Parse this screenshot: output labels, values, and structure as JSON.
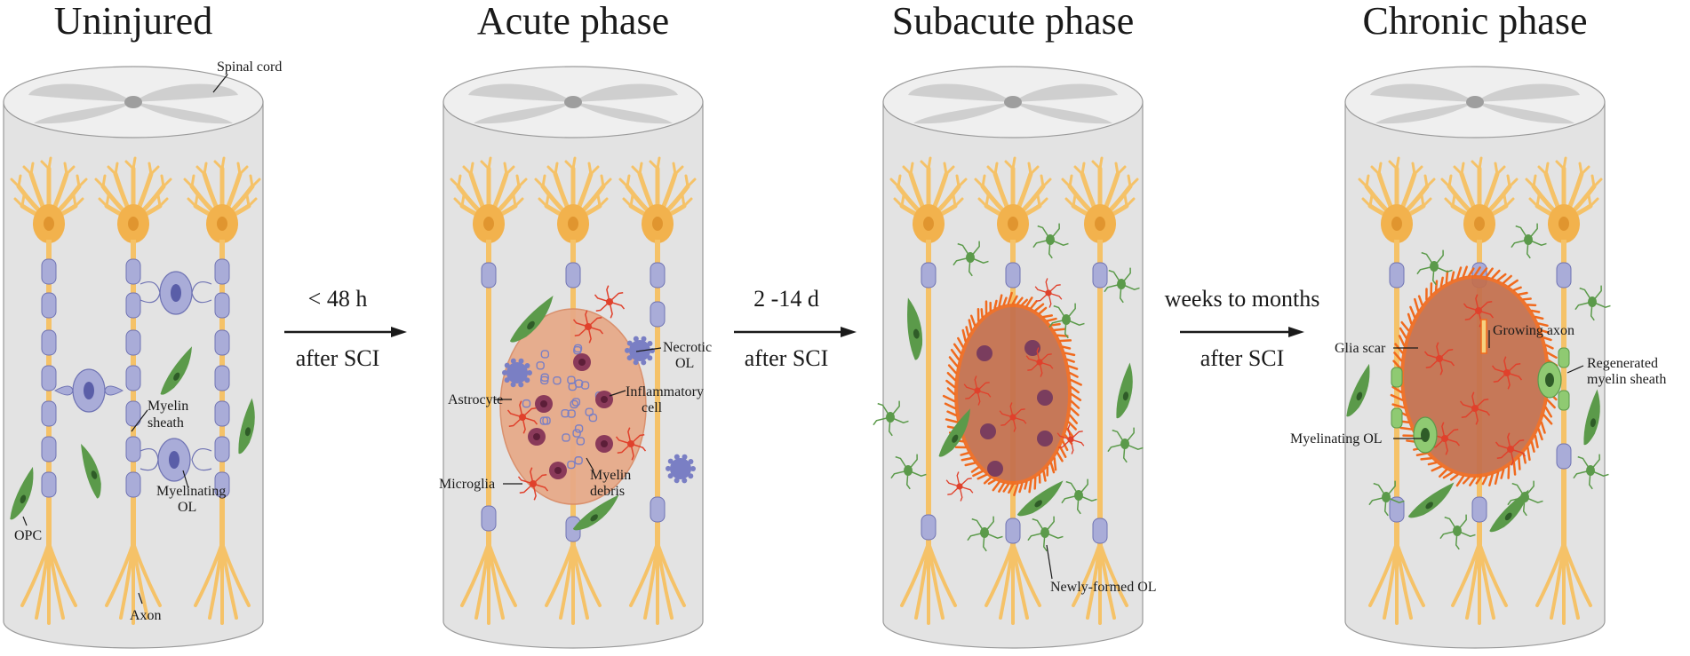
{
  "panels": [
    {
      "title": "Uninjured",
      "labels": {
        "spinal_cord": "Spinal cord",
        "myelin_sheath": [
          "Myelin",
          "sheath"
        ],
        "myelinating_ol": [
          "Myelinating",
          "OL"
        ],
        "opc": "OPC",
        "axon": "Axon"
      }
    },
    {
      "title": "Acute phase",
      "labels": {
        "necrotic_ol": [
          "Necrotic",
          "OL"
        ],
        "astrocyte": "Astrocyte",
        "inflammatory_cell": [
          "Inflammatory",
          "cell"
        ],
        "microglia": "Microglia",
        "myelin_debris": [
          "Myelin",
          "debris"
        ]
      }
    },
    {
      "title": "Subacute phase",
      "labels": {
        "newly_formed_ol": "Newly-formed OL"
      }
    },
    {
      "title": "Chronic phase",
      "labels": {
        "growing_axon": "Growing axon",
        "glia_scar": "Glia scar",
        "regenerated_myelin": [
          "Regenerated",
          "myelin sheath"
        ],
        "myelinating_ol": "Myelinating OL"
      }
    }
  ],
  "transitions": [
    {
      "time": "< 48 h",
      "caption": "after SCI"
    },
    {
      "time": "2 -14 d",
      "caption": "after SCI"
    },
    {
      "time": "weeks to months",
      "caption": "after SCI"
    }
  ],
  "colors": {
    "cylinder": "#e3e3e3",
    "cylinder_top": "#efefef",
    "gray_matter": "#cfcfcf",
    "neuron": "#f5c268",
    "neuron_body": "#f2b24d",
    "myelin": "#a9acd8",
    "myelin_stroke": "#6f73b3",
    "opc": "#5b9a4a",
    "lesion_acute": "#e7a987",
    "lesion_late": "#c46f4d",
    "scar": "#f06a1e",
    "microglia": "#e0412c",
    "inflammatory": "#8a3a5a",
    "astrocyte": "#7a7fc4"
  }
}
